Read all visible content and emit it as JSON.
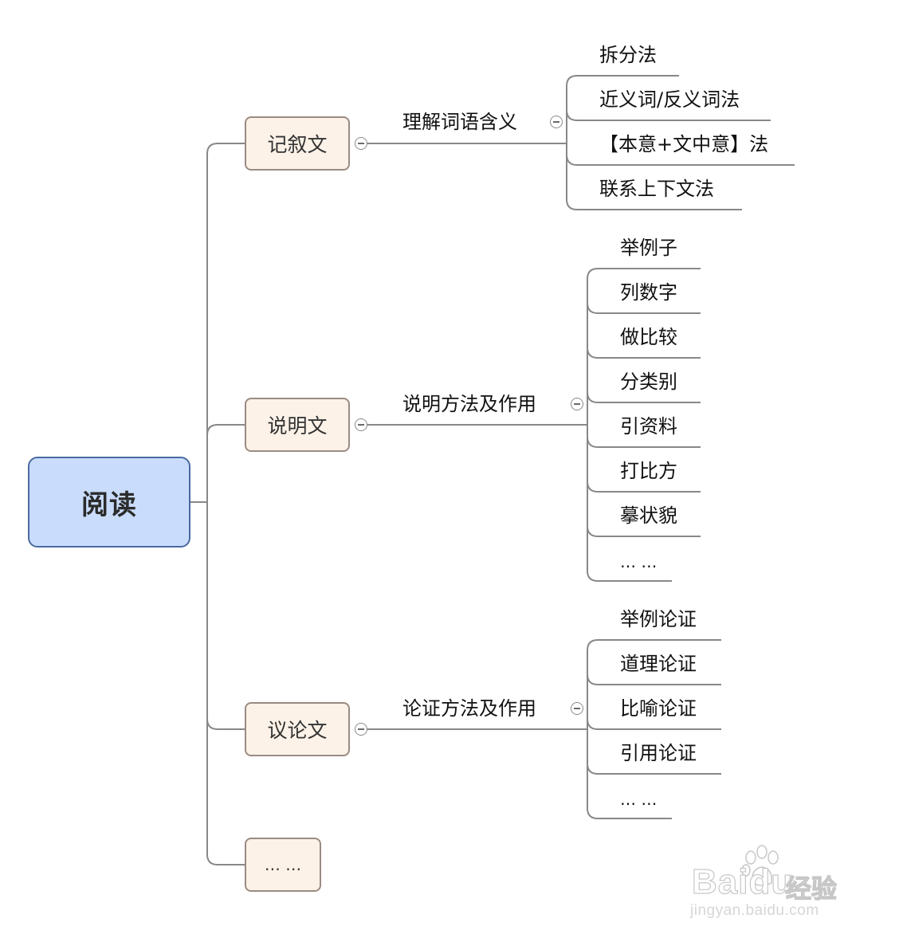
{
  "root": {
    "label": "阅读"
  },
  "branches": [
    {
      "label": "记叙文",
      "sub_label": "理解词语含义",
      "leaves": [
        "拆分法",
        "近义词/反义词法",
        "【本意+文中意】法",
        "联系上下文法"
      ]
    },
    {
      "label": "说明文",
      "sub_label": "说明方法及作用",
      "leaves": [
        "举例子",
        "列数字",
        "做比较",
        "分类别",
        "引资料",
        "打比方",
        "摹状貌",
        "… …"
      ]
    },
    {
      "label": "议论文",
      "sub_label": "论证方法及作用",
      "leaves": [
        "举例论证",
        "道理论证",
        "比喻论证",
        "引用论证",
        "… …"
      ]
    },
    {
      "label": "… …"
    }
  ],
  "watermark": {
    "brand": "Baidu",
    "product": "经验",
    "url": "jingyan.baidu.com"
  },
  "colors": {
    "root_fill": "#c9dcfb",
    "root_border": "#4a6aa0",
    "branch_fill": "#fcf2e8",
    "branch_border": "#9b8b82",
    "connector": "#888888"
  }
}
